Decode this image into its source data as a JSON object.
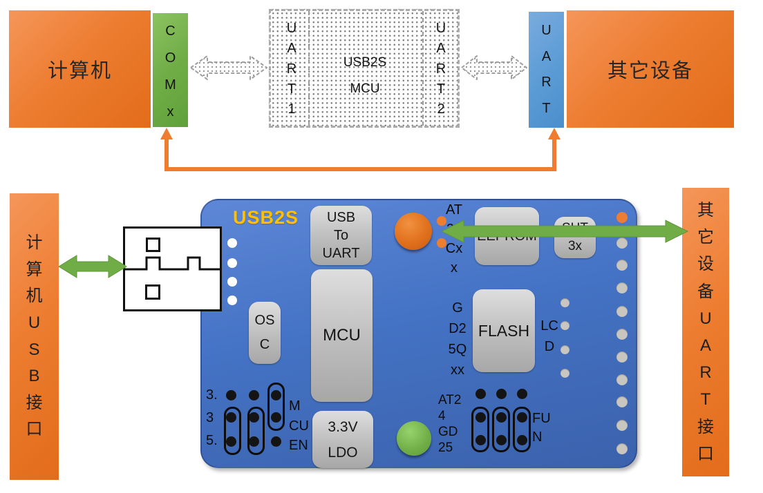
{
  "colors": {
    "orange": "#ED7D31",
    "green": "#70AD47",
    "blue": "#5B9BD5",
    "board_blue": "#4472C4",
    "gold": "#FFC000",
    "arrow_gray": "#A6A6A6"
  },
  "top": {
    "computer": "计算机",
    "com_port": "C\nO\nM\nx",
    "uart1": "U\nA\nR\nT\n1",
    "mcu_title": "USB2S\nMCU",
    "uart2": "U\nA\nR\nT\n2",
    "uart_port": "U\nA\nR\nT",
    "other_device": "其它设备"
  },
  "board": {
    "title": "USB2S",
    "usb_to_uart": "USB\nTo\nUART",
    "mcu": "MCU",
    "osc": "OS\nC",
    "ldo": "3.3V\nLDO",
    "eeprom": "EEPROM",
    "eeprom_part_label": "AT\n24\nCx\nx",
    "sht_sensor": "SHT\n3x",
    "flash": "FLASH",
    "flash_part_label": "G\nD2\n5Q\nxx",
    "lcd_label": "LC\nD",
    "voltage_jumper_label": "3.\n3\n5.",
    "mcu_en_jumper_label": "M\nCU\nEN",
    "part_select_jumper_label": "AT2\n4\nGD\n25",
    "fun_jumper_label": "FU\nN"
  },
  "left_bar": "计\n算\n机\nU\nS\nB\n接\n口",
  "right_bar": "其\n它\n设\n备\nU\nA\nR\nT\n接\n口"
}
